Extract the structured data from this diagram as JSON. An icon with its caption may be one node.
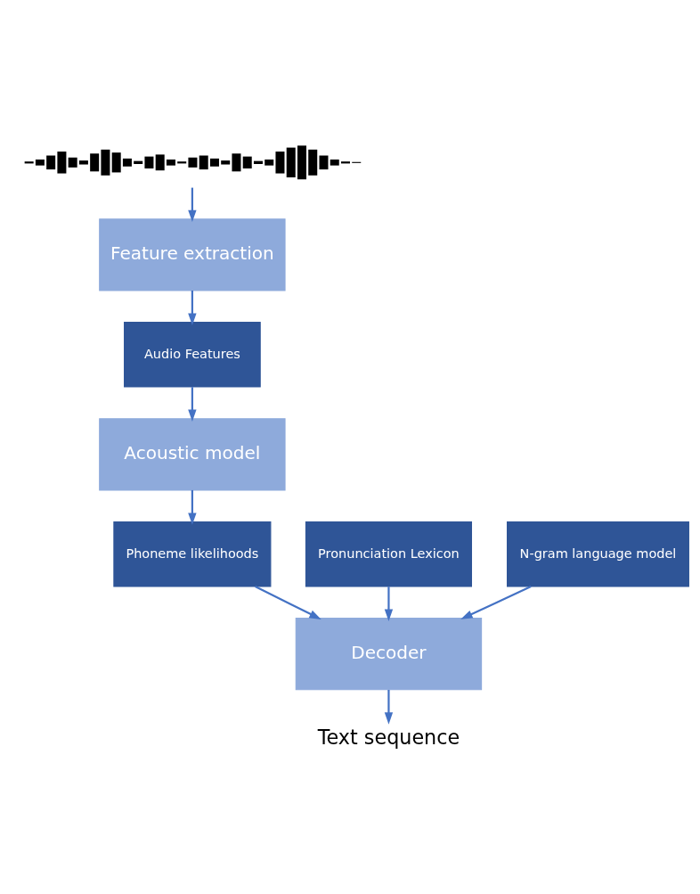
{
  "diagram": {
    "nodes": [
      {
        "text": [],
        "shape": "picture"
      },
      {
        "text": [
          "Feature extraction"
        ]
      },
      {
        "text": [
          "Audio Features"
        ]
      },
      {
        "text": [
          "Acoustic model"
        ]
      },
      {
        "text": [
          "Phoneme likelihoods"
        ]
      },
      {
        "text": [
          "Pronunciation Lexicon"
        ]
      },
      {
        "text": [
          "N-gram language model"
        ]
      },
      {
        "text": [
          "Decoder"
        ]
      },
      {
        "text": [
          "Text sequence"
        ]
      }
    ],
    "edges": [
      {
        "from": 0,
        "to": 1,
        "arrow": "to"
      },
      {
        "from": 1,
        "to": 2,
        "arrow": "to"
      },
      {
        "from": 2,
        "to": 3,
        "arrow": "to"
      },
      {
        "from": 3,
        "to": 4,
        "arrow": "to"
      },
      {
        "from": 4,
        "to": 7,
        "arrow": "to"
      },
      {
        "from": 5,
        "to": 7,
        "arrow": "to"
      },
      {
        "from": 6,
        "to": 7,
        "arrow": "to"
      },
      {
        "from": 7,
        "to": 8,
        "arrow": "to"
      }
    ]
  }
}
